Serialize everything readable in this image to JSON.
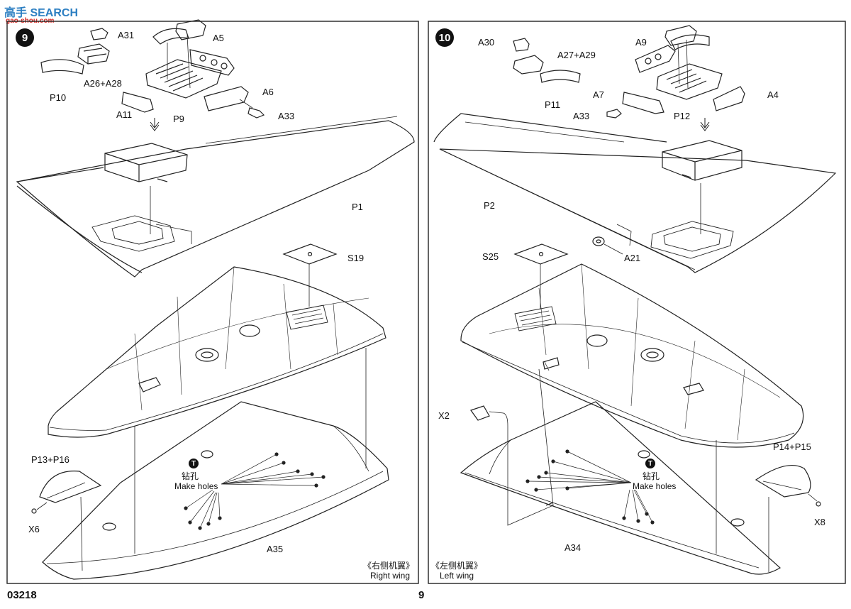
{
  "watermark": {
    "brand": "高手 SEARCH",
    "sub": "gao-shou.com"
  },
  "panels": [
    {
      "step": "9",
      "parts": {
        "a31": "A31",
        "a5": "A5",
        "a26": "A26+A28",
        "p10": "P10",
        "a6": "A6",
        "a11": "A11",
        "p9": "P9",
        "a33": "A33",
        "p1": "P1",
        "s19": "S19",
        "p13": "P13+P16",
        "x6": "X6",
        "a35": "A35"
      },
      "hole_badge": "T",
      "hole_cn": "钻孔",
      "hole_en": "Make holes",
      "caption_cn": "《右侧机翼》",
      "caption_en": "Right wing"
    },
    {
      "step": "10",
      "parts": {
        "a30": "A30",
        "a27": "A27+A29",
        "a9": "A9",
        "p11": "P11",
        "a7": "A7",
        "a4": "A4",
        "a33": "A33",
        "p12": "P12",
        "p2": "P2",
        "a21": "A21",
        "s25": "S25",
        "x2": "X2",
        "p14": "P14+P15",
        "x8": "X8",
        "a34": "A34"
      },
      "hole_badge": "T",
      "hole_cn": "钻孔",
      "hole_en": "Make holes",
      "caption_cn": "《左侧机翼》",
      "caption_en": "Left wing"
    }
  ],
  "footer": {
    "code": "03218",
    "page": "9"
  }
}
